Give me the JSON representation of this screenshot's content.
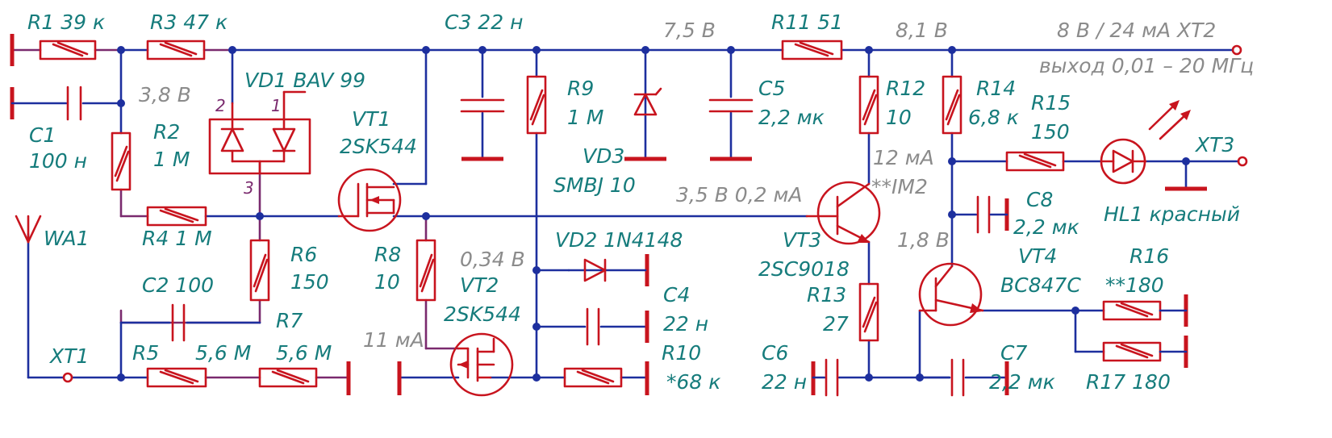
{
  "labels": {
    "r1": "R1  39 к",
    "r3": "R3  47 к",
    "c3": "C3 22 н",
    "v75": "7,5 В",
    "r11": "R11  51",
    "v81": "8,1 В",
    "xt2": "8 В / 24 мА XT2",
    "out": "выход 0,01 – 20 МГц",
    "vd1": "VD1 BAV 99",
    "pin2": "2",
    "pin1": "1",
    "pin3": "3",
    "v38": "3,8 В",
    "c1": "C1",
    "c1v": "100 н",
    "r2": "R2",
    "r2v": "1 М",
    "vt1": "VT1",
    "vt1t": "2SK544",
    "r9": "R9",
    "r9v": "1 М",
    "vd3": "VD3",
    "vd3t": "SMBJ 10",
    "c5": "C5",
    "c5v": "2,2 мк",
    "r12": "R12",
    "r12v": "10",
    "r14": "R14",
    "r14v": "6,8 к",
    "r15": "R15",
    "r15v": "150",
    "i12": "12 мА",
    "im2": "**IM2",
    "xt3": "XT3",
    "wa1": "WA1",
    "r4": "R4   1 М",
    "v35": "3,5 В  0,2 мА",
    "c8": "C8",
    "c8v": "2,2 мк",
    "hl1": "HL1 красный",
    "r6": "R6",
    "r6v": "150",
    "r8": "R8",
    "r8v": "10",
    "v034": "0,34 В",
    "vd2": "VD2  1N4148",
    "vt3": "VT3",
    "vt3t": "2SC9018",
    "v18": "1,8 В",
    "vt4": "VT4",
    "vt4t": "BC847C",
    "r16": "R16",
    "r16v": "**180",
    "c2": "C2 100",
    "r7": "R7",
    "vt2": "VT2",
    "vt2t": "2SK544",
    "c4": "C4",
    "c4v": "22 н",
    "r13": "R13",
    "r13v": "27",
    "i11": "11 мА",
    "r10": "R10",
    "r10v": "*68 к",
    "c6": "C6",
    "c6v": "22 н",
    "c7": "C7",
    "c7v": "2,2 мк",
    "xt1": "XT1",
    "r5": "R5",
    "r5v": "5,6 М",
    "r7v": "5,6 М",
    "r17": "R17 180"
  }
}
